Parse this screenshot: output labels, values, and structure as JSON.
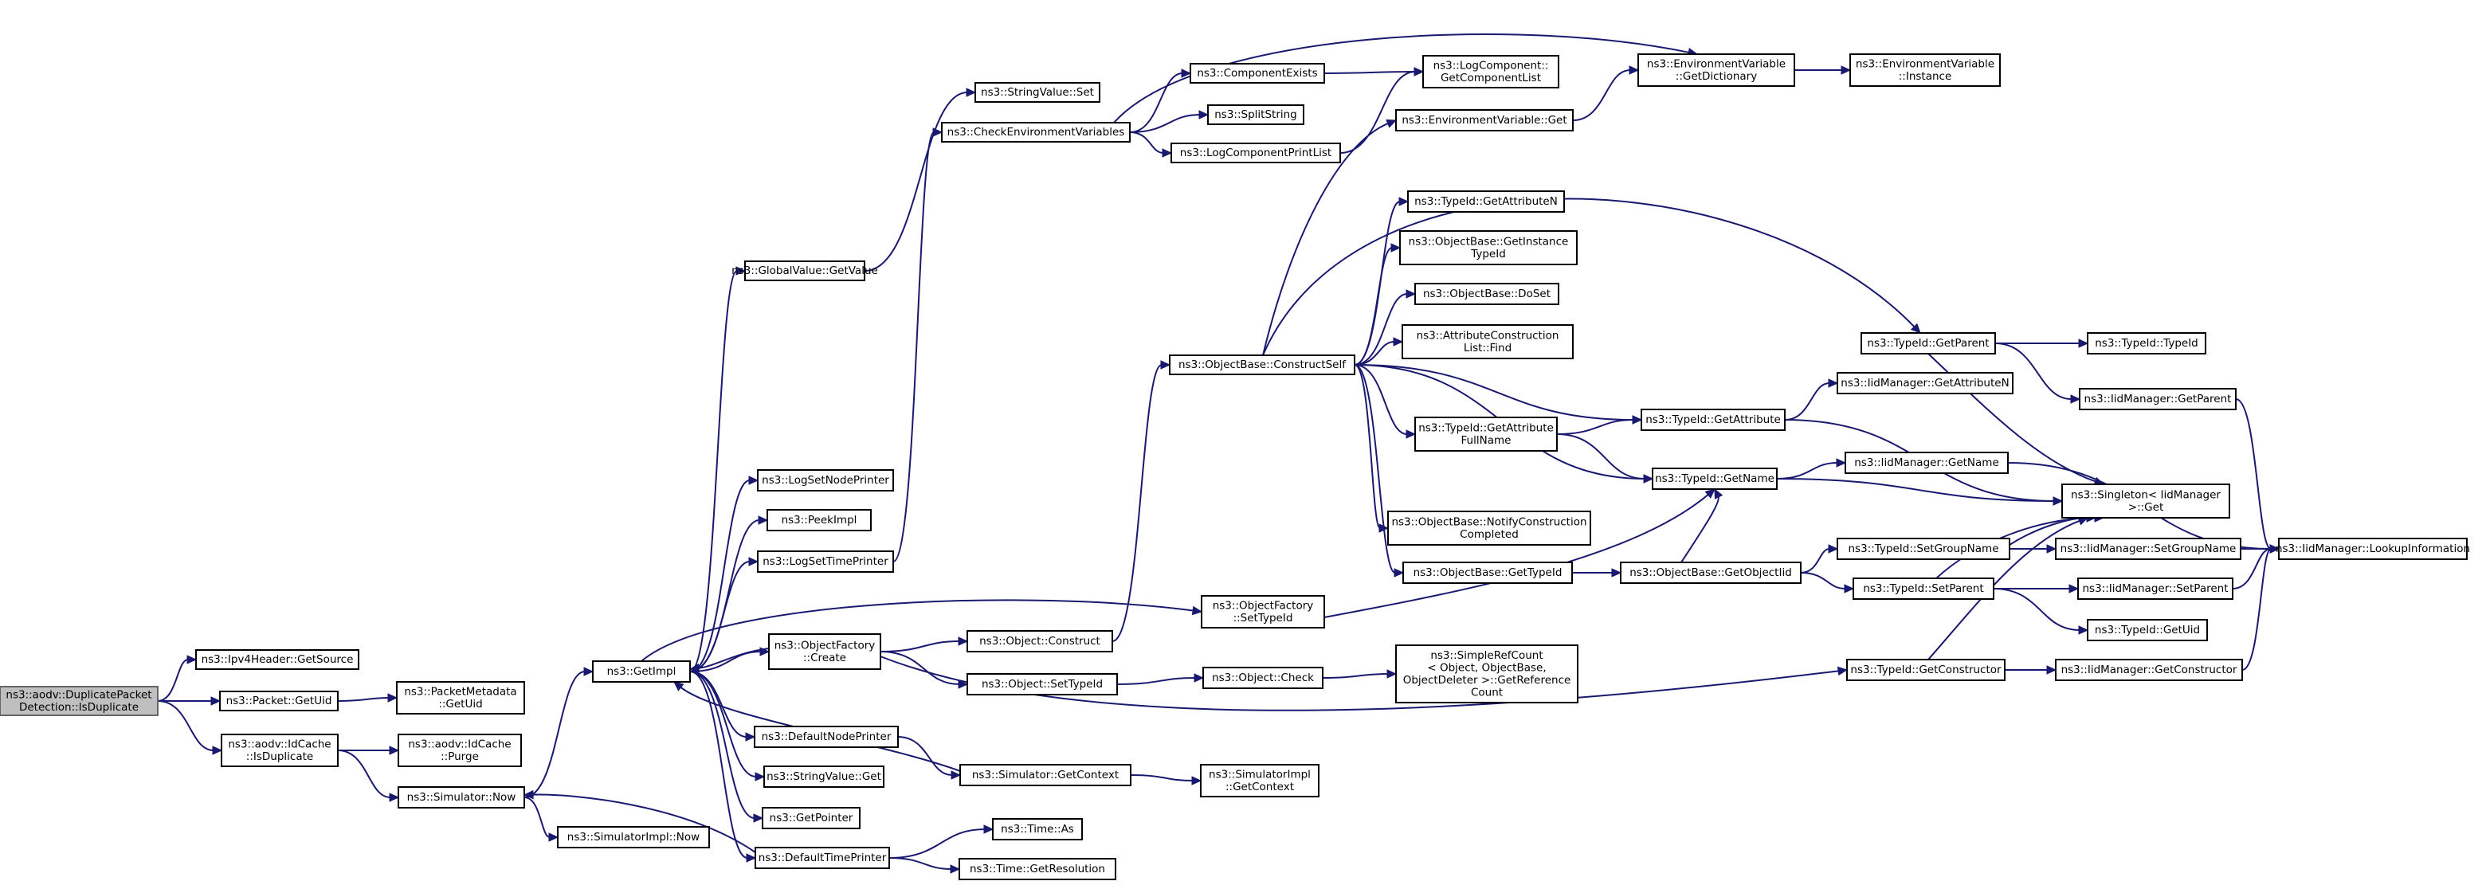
{
  "graph": {
    "nodes": [
      {
        "id": "root",
        "lines": [
          "ns3::aodv::DuplicatePacket",
          "Detection::IsDuplicate"
        ],
        "root": true
      },
      {
        "id": "ipv4",
        "lines": [
          "ns3::Ipv4Header::GetSource"
        ]
      },
      {
        "id": "pktuid",
        "lines": [
          "ns3::Packet::GetUid"
        ]
      },
      {
        "id": "pmuid",
        "lines": [
          "ns3::PacketMetadata",
          "::GetUid"
        ]
      },
      {
        "id": "idcache",
        "lines": [
          "ns3::aodv::IdCache",
          "::IsDuplicate"
        ]
      },
      {
        "id": "purge",
        "lines": [
          "ns3::aodv::IdCache",
          "::Purge"
        ]
      },
      {
        "id": "simnow",
        "lines": [
          "ns3::Simulator::Now"
        ]
      },
      {
        "id": "simimplnow",
        "lines": [
          "ns3::SimulatorImpl::Now"
        ]
      },
      {
        "id": "getimpl",
        "lines": [
          "ns3::GetImpl"
        ]
      },
      {
        "id": "gvget",
        "lines": [
          "ns3::GlobalValue::GetValue"
        ]
      },
      {
        "id": "svset",
        "lines": [
          "ns3::StringValue::Set"
        ]
      },
      {
        "id": "chkenv",
        "lines": [
          "ns3::CheckEnvironmentVariables"
        ]
      },
      {
        "id": "compexists",
        "lines": [
          "ns3::ComponentExists"
        ]
      },
      {
        "id": "splitstr",
        "lines": [
          "ns3::SplitString"
        ]
      },
      {
        "id": "lcprint",
        "lines": [
          "ns3::LogComponentPrintList"
        ]
      },
      {
        "id": "lcgetlist",
        "lines": [
          "ns3::LogComponent::",
          "GetComponentList"
        ]
      },
      {
        "id": "envdict",
        "lines": [
          "ns3::EnvironmentVariable",
          "::GetDictionary"
        ]
      },
      {
        "id": "envinst",
        "lines": [
          "ns3::EnvironmentVariable",
          "::Instance"
        ]
      },
      {
        "id": "envget",
        "lines": [
          "ns3::EnvironmentVariable::Get"
        ]
      },
      {
        "id": "lognode",
        "lines": [
          "ns3::LogSetNodePrinter"
        ]
      },
      {
        "id": "peekimpl",
        "lines": [
          "ns3::PeekImpl"
        ]
      },
      {
        "id": "logtime",
        "lines": [
          "ns3::LogSetTimePrinter"
        ]
      },
      {
        "id": "ofcreate",
        "lines": [
          "ns3::ObjectFactory",
          "::Create"
        ]
      },
      {
        "id": "defnode",
        "lines": [
          "ns3::DefaultNodePrinter"
        ]
      },
      {
        "id": "svget",
        "lines": [
          "ns3::StringValue::Get"
        ]
      },
      {
        "id": "getptr",
        "lines": [
          "ns3::GetPointer"
        ]
      },
      {
        "id": "deftime",
        "lines": [
          "ns3::DefaultTimePrinter"
        ]
      },
      {
        "id": "objconstruct",
        "lines": [
          "ns3::Object::Construct"
        ]
      },
      {
        "id": "objsettid",
        "lines": [
          "ns3::Object::SetTypeId"
        ]
      },
      {
        "id": "simctx",
        "lines": [
          "ns3::Simulator::GetContext"
        ]
      },
      {
        "id": "simimplctx",
        "lines": [
          "ns3::SimulatorImpl",
          "::GetContext"
        ]
      },
      {
        "id": "timeas",
        "lines": [
          "ns3::Time::As"
        ]
      },
      {
        "id": "timeres",
        "lines": [
          "ns3::Time::GetResolution"
        ]
      },
      {
        "id": "ofsettid",
        "lines": [
          "ns3::ObjectFactory",
          "::SetTypeId"
        ]
      },
      {
        "id": "objcheck",
        "lines": [
          "ns3::Object::Check"
        ]
      },
      {
        "id": "srcount",
        "lines": [
          "ns3::SimpleRefCount",
          "< Object, ObjectBase,",
          "ObjectDeleter >::GetReference",
          "Count"
        ]
      },
      {
        "id": "obconstruct",
        "lines": [
          "ns3::ObjectBase::ConstructSelf"
        ]
      },
      {
        "id": "tidgetattrn",
        "lines": [
          "ns3::TypeId::GetAttributeN"
        ]
      },
      {
        "id": "obgetinst",
        "lines": [
          "ns3::ObjectBase::GetInstance",
          "TypeId"
        ]
      },
      {
        "id": "obdoset",
        "lines": [
          "ns3::ObjectBase::DoSet"
        ]
      },
      {
        "id": "acfind",
        "lines": [
          "ns3::AttributeConstruction",
          "List::Find"
        ]
      },
      {
        "id": "tidgetattrfull",
        "lines": [
          "ns3::TypeId::GetAttribute",
          "FullName"
        ]
      },
      {
        "id": "obnotify",
        "lines": [
          "ns3::ObjectBase::NotifyConstruction",
          "Completed"
        ]
      },
      {
        "id": "obgettid",
        "lines": [
          "ns3::ObjectBase::GetTypeId"
        ]
      },
      {
        "id": "tidgetattr",
        "lines": [
          "ns3::TypeId::GetAttribute"
        ]
      },
      {
        "id": "tidgetname",
        "lines": [
          "ns3::TypeId::GetName"
        ]
      },
      {
        "id": "obgetoid",
        "lines": [
          "ns3::ObjectBase::GetObjectIid"
        ]
      },
      {
        "id": "tidgetparent",
        "lines": [
          "ns3::TypeId::GetParent"
        ]
      },
      {
        "id": "tidgetctor",
        "lines": [
          "ns3::TypeId::GetConstructor"
        ]
      },
      {
        "id": "iidgetattrn",
        "lines": [
          "ns3::IidManager::GetAttributeN"
        ]
      },
      {
        "id": "iidgetname",
        "lines": [
          "ns3::IidManager::GetName"
        ]
      },
      {
        "id": "tidsetgroup",
        "lines": [
          "ns3::TypeId::SetGroupName"
        ]
      },
      {
        "id": "tidsetparent",
        "lines": [
          "ns3::TypeId::SetParent"
        ]
      },
      {
        "id": "tidtid",
        "lines": [
          "ns3::TypeId::TypeId"
        ]
      },
      {
        "id": "iidgetparent",
        "lines": [
          "ns3::IidManager::GetParent"
        ]
      },
      {
        "id": "singleton",
        "lines": [
          "ns3::Singleton< IidManager",
          "  >::Get"
        ]
      },
      {
        "id": "iidsetgroup",
        "lines": [
          "ns3::IidManager::SetGroupName"
        ]
      },
      {
        "id": "iidsetparent",
        "lines": [
          "ns3::IidManager::SetParent"
        ]
      },
      {
        "id": "tidgetuid",
        "lines": [
          "ns3::TypeId::GetUid"
        ]
      },
      {
        "id": "iidgetctor",
        "lines": [
          "ns3::IidManager::GetConstructor"
        ]
      },
      {
        "id": "iidlookup",
        "lines": [
          "ns3::IidManager::LookupInformation"
        ]
      }
    ],
    "edges": [
      [
        "root",
        "ipv4"
      ],
      [
        "root",
        "pktuid"
      ],
      [
        "root",
        "idcache"
      ],
      [
        "pktuid",
        "pmuid"
      ],
      [
        "idcache",
        "purge"
      ],
      [
        "idcache",
        "simnow"
      ],
      [
        "simnow",
        "getimpl"
      ],
      [
        "simnow",
        "simimplnow"
      ],
      [
        "getimpl",
        "gvget"
      ],
      [
        "getimpl",
        "lognode"
      ],
      [
        "getimpl",
        "peekimpl"
      ],
      [
        "getimpl",
        "logtime"
      ],
      [
        "getimpl",
        "ofsettid"
      ],
      [
        "getimpl",
        "ofcreate"
      ],
      [
        "getimpl",
        "defnode"
      ],
      [
        "getimpl",
        "svget"
      ],
      [
        "getimpl",
        "getptr"
      ],
      [
        "getimpl",
        "deftime"
      ],
      [
        "gvget",
        "svset"
      ],
      [
        "logtime",
        "chkenv"
      ],
      [
        "chkenv",
        "compexists"
      ],
      [
        "chkenv",
        "splitstr"
      ],
      [
        "chkenv",
        "lcprint"
      ],
      [
        "chkenv",
        "envdict"
      ],
      [
        "compexists",
        "lcgetlist"
      ],
      [
        "lcprint",
        "lcgetlist"
      ],
      [
        "envdict",
        "envinst"
      ],
      [
        "envget",
        "envdict"
      ],
      [
        "ofcreate",
        "getimpl"
      ],
      [
        "ofcreate",
        "objconstruct"
      ],
      [
        "ofcreate",
        "objsettid"
      ],
      [
        "ofcreate",
        "tidgetctor"
      ],
      [
        "defnode",
        "simctx"
      ],
      [
        "simctx",
        "getimpl"
      ],
      [
        "simctx",
        "simimplctx"
      ],
      [
        "deftime",
        "simnow"
      ],
      [
        "deftime",
        "timeas"
      ],
      [
        "deftime",
        "timeres"
      ],
      [
        "objconstruct",
        "obconstruct"
      ],
      [
        "objsettid",
        "objcheck"
      ],
      [
        "objcheck",
        "srcount"
      ],
      [
        "ofsettid",
        "tidgetname"
      ],
      [
        "obconstruct",
        "envget"
      ],
      [
        "obconstruct",
        "tidgetattrn"
      ],
      [
        "obconstruct",
        "obgetinst"
      ],
      [
        "obconstruct",
        "obdoset"
      ],
      [
        "obconstruct",
        "acfind"
      ],
      [
        "obconstruct",
        "tidgetparent"
      ],
      [
        "obconstruct",
        "tidgetattr"
      ],
      [
        "obconstruct",
        "tidgetattrfull"
      ],
      [
        "obconstruct",
        "tidgetname"
      ],
      [
        "obconstruct",
        "obnotify"
      ],
      [
        "obconstruct",
        "obgettid"
      ],
      [
        "obgettid",
        "obgetoid"
      ],
      [
        "obgetoid",
        "tidgetname"
      ],
      [
        "obgetoid",
        "tidsetgroup"
      ],
      [
        "obgetoid",
        "tidsetparent"
      ],
      [
        "tidgetattrfull",
        "tidgetattr"
      ],
      [
        "tidgetattrfull",
        "tidgetname"
      ],
      [
        "tidgetattr",
        "iidgetattrn"
      ],
      [
        "tidgetattr",
        "singleton"
      ],
      [
        "tidgetname",
        "iidgetname"
      ],
      [
        "tidgetname",
        "singleton"
      ],
      [
        "tidgetparent",
        "tidtid"
      ],
      [
        "tidgetparent",
        "iidgetparent"
      ],
      [
        "tidgetparent",
        "singleton"
      ],
      [
        "tidsetgroup",
        "singleton"
      ],
      [
        "tidsetgroup",
        "iidsetgroup"
      ],
      [
        "tidsetparent",
        "singleton"
      ],
      [
        "tidsetparent",
        "iidsetparent"
      ],
      [
        "tidsetparent",
        "tidgetuid"
      ],
      [
        "tidgetctor",
        "singleton"
      ],
      [
        "tidgetctor",
        "iidgetctor"
      ],
      [
        "iidgetname",
        "iidlookup"
      ],
      [
        "iidgetparent",
        "iidlookup"
      ],
      [
        "iidsetgroup",
        "iidlookup"
      ],
      [
        "iidsetparent",
        "iidlookup"
      ],
      [
        "iidgetctor",
        "iidlookup"
      ]
    ]
  }
}
